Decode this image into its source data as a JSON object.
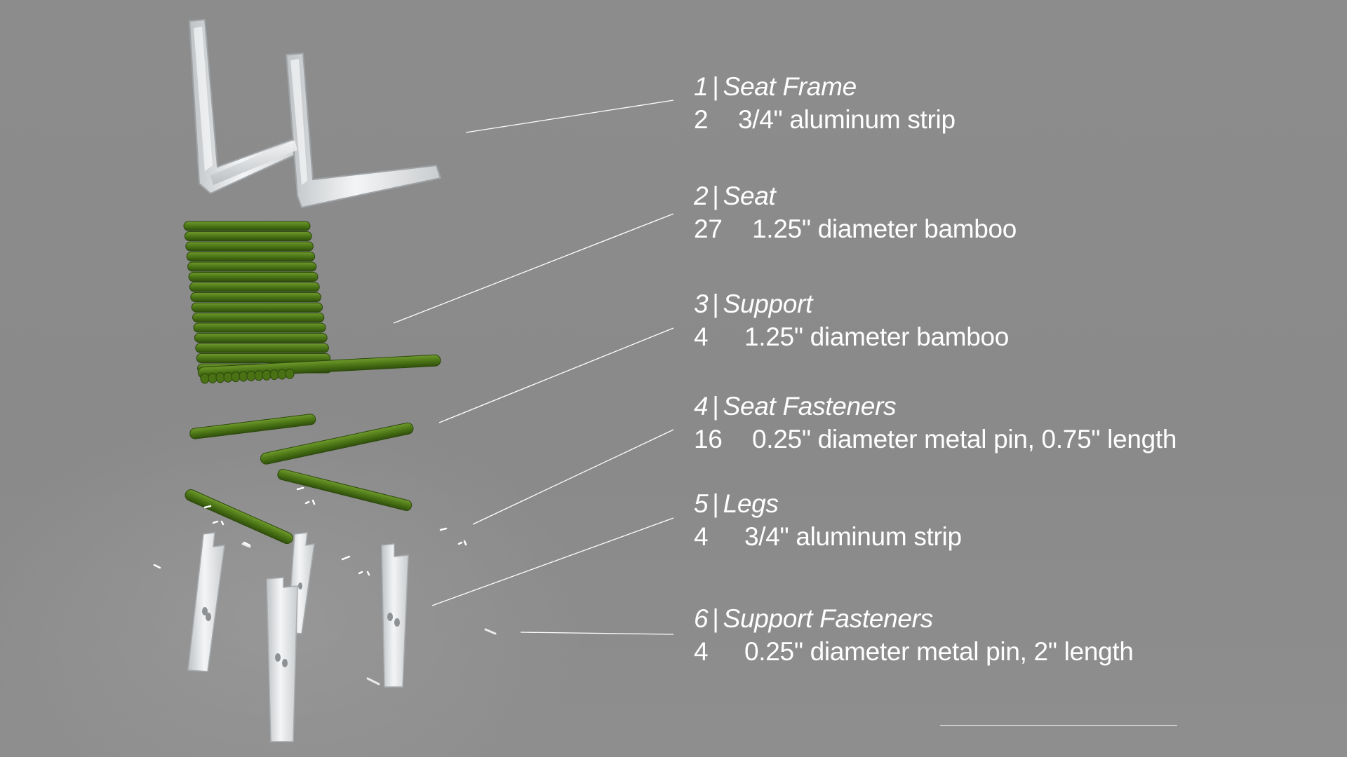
{
  "parts": [
    {
      "number": "1",
      "separator": "|",
      "name": "Seat Frame",
      "quantity": "2",
      "material": "3/4\" aluminum strip"
    },
    {
      "number": "2",
      "separator": "|",
      "name": "Seat",
      "quantity": "27",
      "material": "1.25\" diameter bamboo"
    },
    {
      "number": "3",
      "separator": "|",
      "name": "Support",
      "quantity": "4",
      "material": "1.25\" diameter bamboo"
    },
    {
      "number": "4",
      "separator": "|",
      "name": "Seat Fasteners",
      "quantity": "16",
      "material": "0.25\" diameter metal pin, 0.75\" length"
    },
    {
      "number": "5",
      "separator": "|",
      "name": "Legs",
      "quantity": "4",
      "material": "3/4\" aluminum strip"
    },
    {
      "number": "6",
      "separator": "|",
      "name": "Support Fasteners",
      "quantity": "4",
      "material": "0.25\" diameter metal pin, 2\" length"
    }
  ],
  "colors": {
    "background": "#8a8a8a",
    "text": "#ffffff",
    "aluminum": "#e6e8ea",
    "bamboo": "#4f7a1a",
    "bamboo_dark": "#2f4f0c"
  }
}
